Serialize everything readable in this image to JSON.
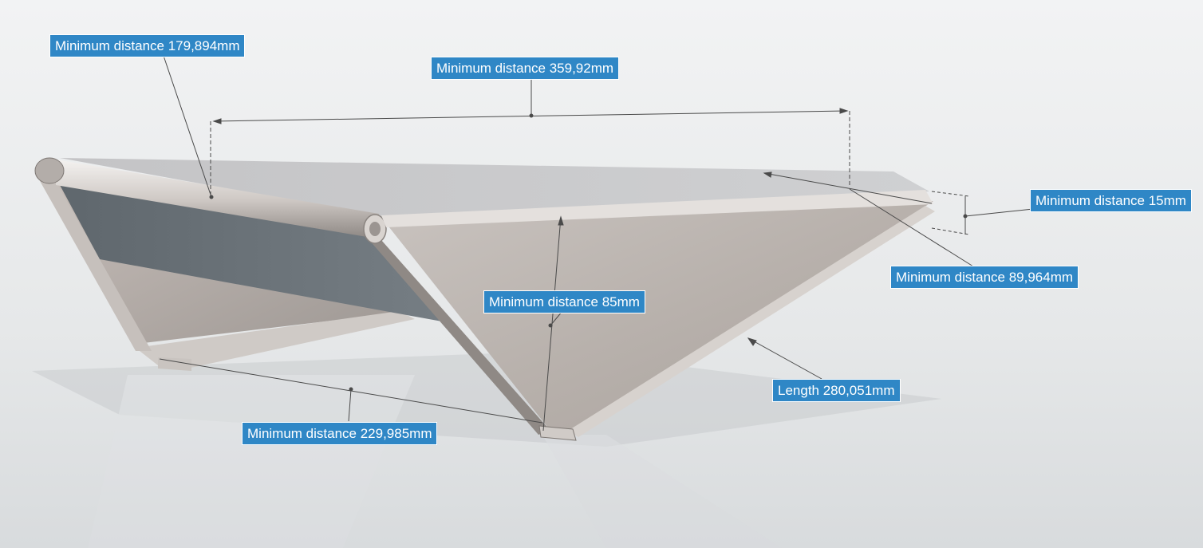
{
  "scene": {
    "background_top": "#f1f2f3",
    "background_bottom": "#dadddf",
    "part_color": "#b9b3ae",
    "dark_face_color": "#6e767c",
    "callout_color": "#2f87c6"
  },
  "measurements": [
    {
      "id": "min-dist-179",
      "label": "Minimum distance 179,894mm"
    },
    {
      "id": "min-dist-359",
      "label": "Minimum distance 359,92mm"
    },
    {
      "id": "min-dist-15",
      "label": "Minimum distance 15mm"
    },
    {
      "id": "min-dist-89",
      "label": "Minimum distance 89,964mm"
    },
    {
      "id": "min-dist-85",
      "label": "Minimum distance 85mm"
    },
    {
      "id": "length-280",
      "label": "Length 280,051mm"
    },
    {
      "id": "min-dist-229",
      "label": "Minimum distance 229,985mm"
    }
  ]
}
